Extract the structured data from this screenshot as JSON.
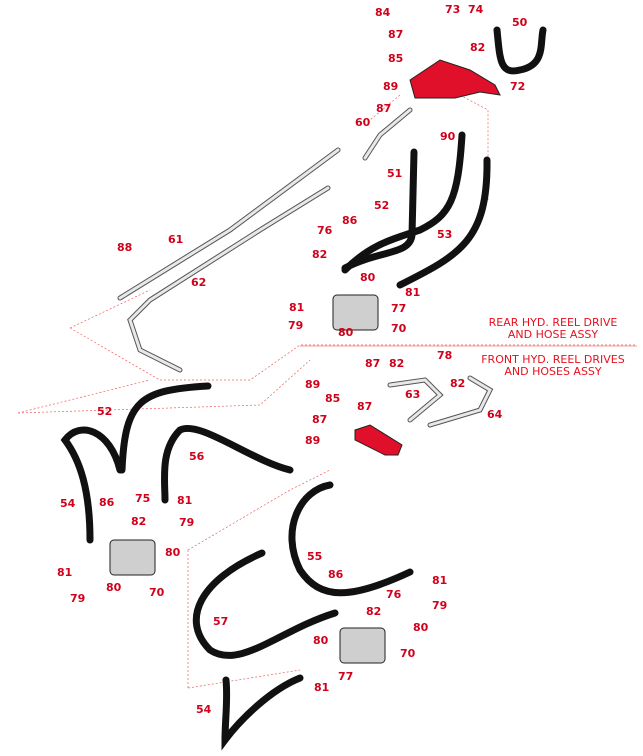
{
  "assemblies": [
    {
      "title_line1": "REAR HYD. REEL DRIVE",
      "title_line2": "AND HOSE ASSY"
    },
    {
      "title_line1": "FRONT HYD. REEL DRIVES",
      "title_line2": "AND HOSES ASSY"
    }
  ],
  "callouts": [
    "84",
    "73",
    "74",
    "50",
    "87",
    "82",
    "85",
    "89",
    "72",
    "87",
    "60",
    "90",
    "51",
    "52",
    "76",
    "86",
    "53",
    "61",
    "88",
    "82",
    "62",
    "80",
    "81",
    "77",
    "81",
    "79",
    "80",
    "70",
    "87",
    "82",
    "78",
    "89",
    "82",
    "63",
    "85",
    "87",
    "64",
    "52",
    "87",
    "89",
    "56",
    "75",
    "81",
    "54",
    "86",
    "82",
    "79",
    "80",
    "55",
    "86",
    "81",
    "76",
    "82",
    "79",
    "80",
    "81",
    "80",
    "70",
    "79",
    "57",
    "80",
    "70",
    "77",
    "81",
    "54"
  ],
  "colors": {
    "callout": "#d0021b",
    "bracket": "#e0102a",
    "hose": "#111111",
    "tube": "#d8d8d8",
    "leader": "#e86060"
  }
}
